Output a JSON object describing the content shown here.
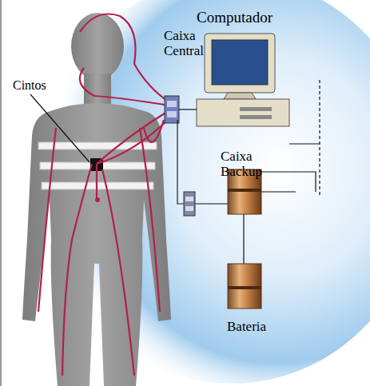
{
  "diagram": {
    "labels": [
      "Computador",
      "Caixa Central",
      "Cintos",
      "Caixa Backup",
      "Bateria"
    ]
  }
}
